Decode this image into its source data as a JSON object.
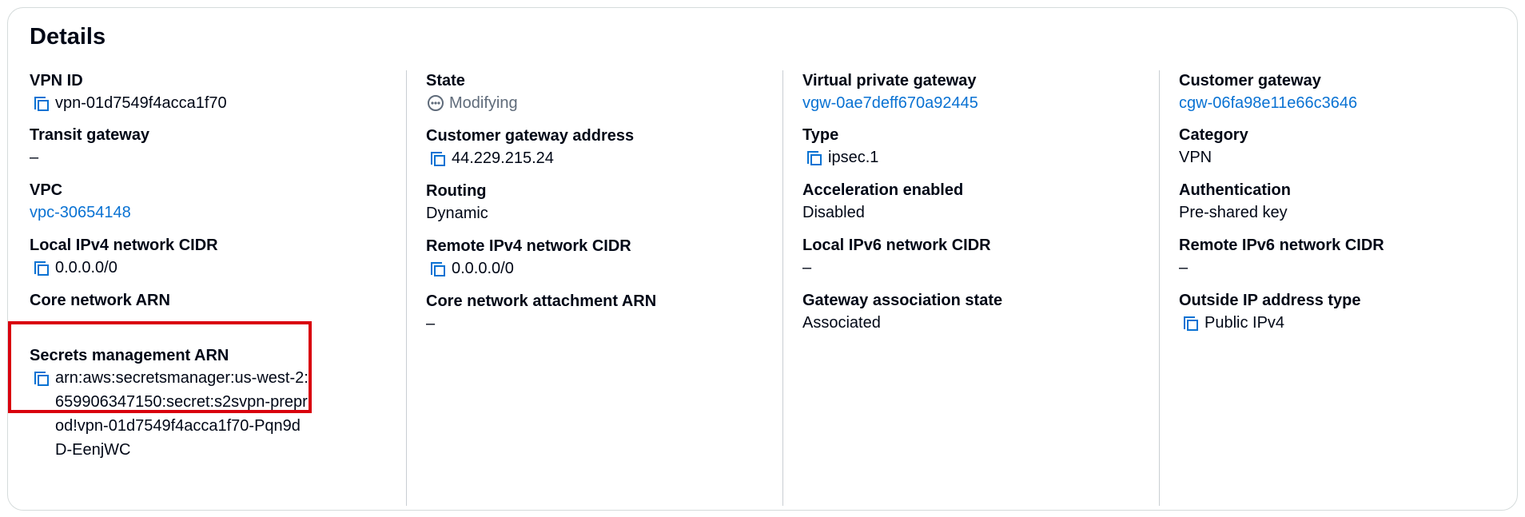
{
  "panel": {
    "title": "Details"
  },
  "icons": {
    "copy": "copy-icon",
    "status_modifying": "pending-status-icon"
  },
  "colors": {
    "link": "#0972d3",
    "muted": "#5f6b7a",
    "highlight": "#d9000d"
  },
  "columns": [
    {
      "fields": [
        {
          "label": "VPN ID",
          "value": "vpn-01d7549f4acca1f70"
        },
        {
          "label": "Transit gateway",
          "value": "–"
        },
        {
          "label": "VPC",
          "value": "vpc-30654148"
        },
        {
          "label": "Local IPv4 network CIDR",
          "value": "0.0.0.0/0"
        },
        {
          "label": "Core network ARN",
          "value": "–"
        },
        {
          "label": "Secrets management ARN",
          "value": "arn:aws:secretsmanager:us-west-2:659906347150:secret:s2svpn-preprod!vpn-01d7549f4acca1f70-Pqn9dD-EenjWC"
        }
      ]
    },
    {
      "fields": [
        {
          "label": "State",
          "value": "Modifying"
        },
        {
          "label": "Customer gateway address",
          "value": "44.229.215.24"
        },
        {
          "label": "Routing",
          "value": "Dynamic"
        },
        {
          "label": "Remote IPv4 network CIDR",
          "value": "0.0.0.0/0"
        },
        {
          "label": "Core network attachment ARN",
          "value": "–"
        }
      ]
    },
    {
      "fields": [
        {
          "label": "Virtual private gateway",
          "value": "vgw-0ae7deff670a92445"
        },
        {
          "label": "Type",
          "value": "ipsec.1"
        },
        {
          "label": "Acceleration enabled",
          "value": "Disabled"
        },
        {
          "label": "Local IPv6 network CIDR",
          "value": "–"
        },
        {
          "label": "Gateway association state",
          "value": "Associated"
        }
      ]
    },
    {
      "fields": [
        {
          "label": "Customer gateway",
          "value": "cgw-06fa98e11e66c3646"
        },
        {
          "label": "Category",
          "value": "VPN"
        },
        {
          "label": "Authentication",
          "value": "Pre-shared key"
        },
        {
          "label": "Remote IPv6 network CIDR",
          "value": "–"
        },
        {
          "label": "Outside IP address type",
          "value": "Public IPv4"
        }
      ]
    }
  ]
}
